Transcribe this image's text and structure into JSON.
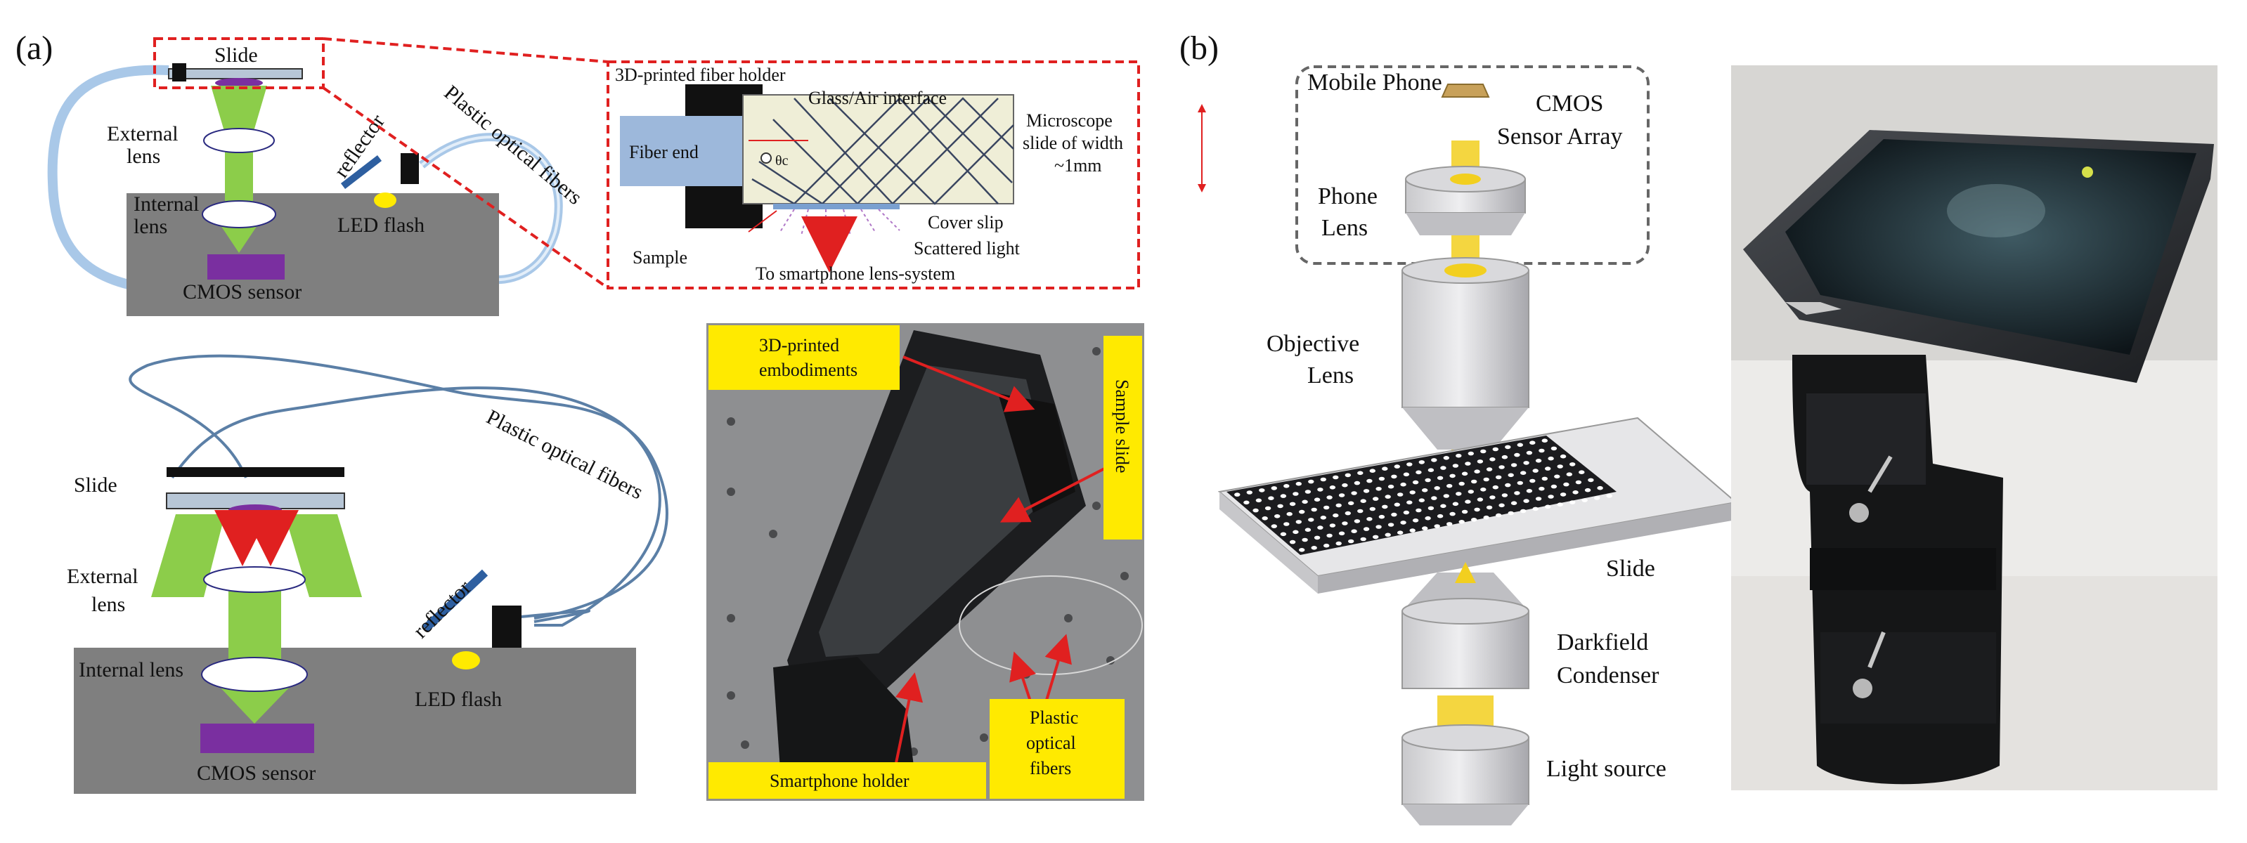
{
  "panel_a": {
    "tag": "(a)",
    "top": {
      "slide": "Slide",
      "external_lens": [
        "External",
        "lens"
      ],
      "internal_lens": [
        "Internal",
        "lens"
      ],
      "cmos": "CMOS sensor",
      "reflector": "reflector",
      "led": "LED flash",
      "fibers": "Plastic optical fibers"
    },
    "inset": {
      "holder": "3D-printed fiber holder",
      "interface": "Glass/Air interface",
      "fiber_end": "Fiber end",
      "slide_width": [
        "Microscope",
        "slide of width",
        "~1mm"
      ],
      "theta_c": "θc",
      "cover_slip": "Cover slip",
      "sample": "Sample",
      "scattered": "Scattered light",
      "to_lens": "To smartphone lens-system"
    },
    "bottom": {
      "slide": "Slide",
      "external_lens": [
        "External",
        "lens"
      ],
      "internal_lens": "Internal lens",
      "cmos": "CMOS sensor",
      "reflector": "reflector",
      "led": "LED flash",
      "fibers": "Plastic optical fibers"
    },
    "photo": {
      "embodiments": [
        "3D-printed",
        "embodiments"
      ],
      "sample_slide": "Sample slide",
      "holder": "Smartphone holder",
      "fibers": [
        "Plastic",
        "optical",
        "fibers"
      ]
    }
  },
  "panel_b": {
    "tag": "(b)",
    "mobile_phone": "Mobile Phone",
    "cmos": [
      "CMOS",
      "Sensor Array"
    ],
    "phone_lens": [
      "Phone",
      "Lens"
    ],
    "objective": [
      "Objective",
      "Lens"
    ],
    "slide": "Slide",
    "condenser": [
      "Darkfield",
      "Condenser"
    ],
    "light": "Light source"
  },
  "colors": {
    "green": "#8ccd4a",
    "gray_body": "#7f7f7f",
    "purple": "#7a2fa0",
    "red": "#e02020",
    "yellow": "#ffea00",
    "fiber_blue": "#a9c8e8",
    "beam_yellow": "#f2cf1f"
  }
}
